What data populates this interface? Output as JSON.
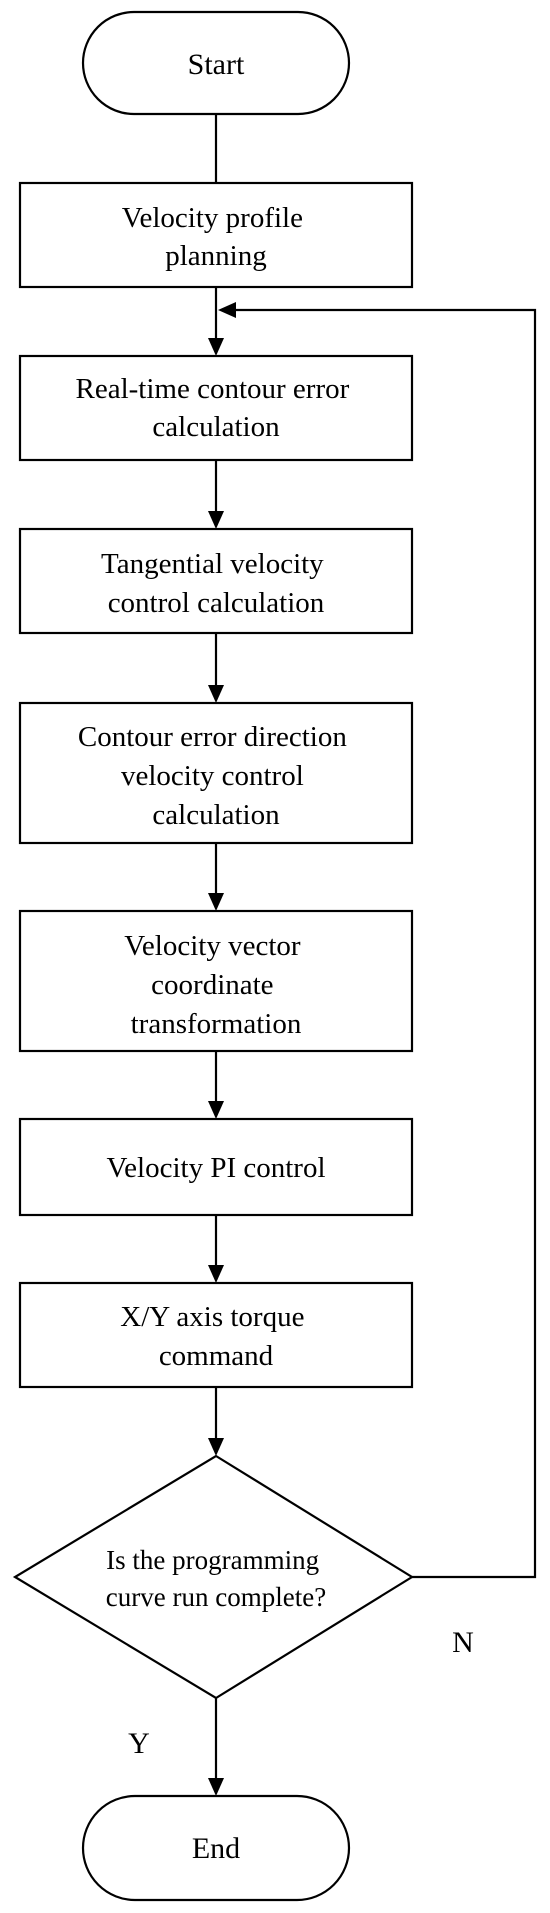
{
  "flowchart": {
    "start": "Start",
    "steps": [
      [
        "Velocity profile",
        "planning"
      ],
      [
        "Real-time contour error",
        "calculation"
      ],
      [
        "Tangential velocity",
        "control calculation"
      ],
      [
        "Contour error direction",
        "velocity control",
        "calculation"
      ],
      [
        "Velocity vector",
        "coordinate",
        "transformation"
      ],
      [
        "Velocity PI control"
      ],
      [
        "X/Y axis torque",
        "command"
      ]
    ],
    "decision": [
      "Is the programming",
      "curve run complete?"
    ],
    "yes_label": "Y",
    "no_label": "N",
    "end": "End"
  }
}
